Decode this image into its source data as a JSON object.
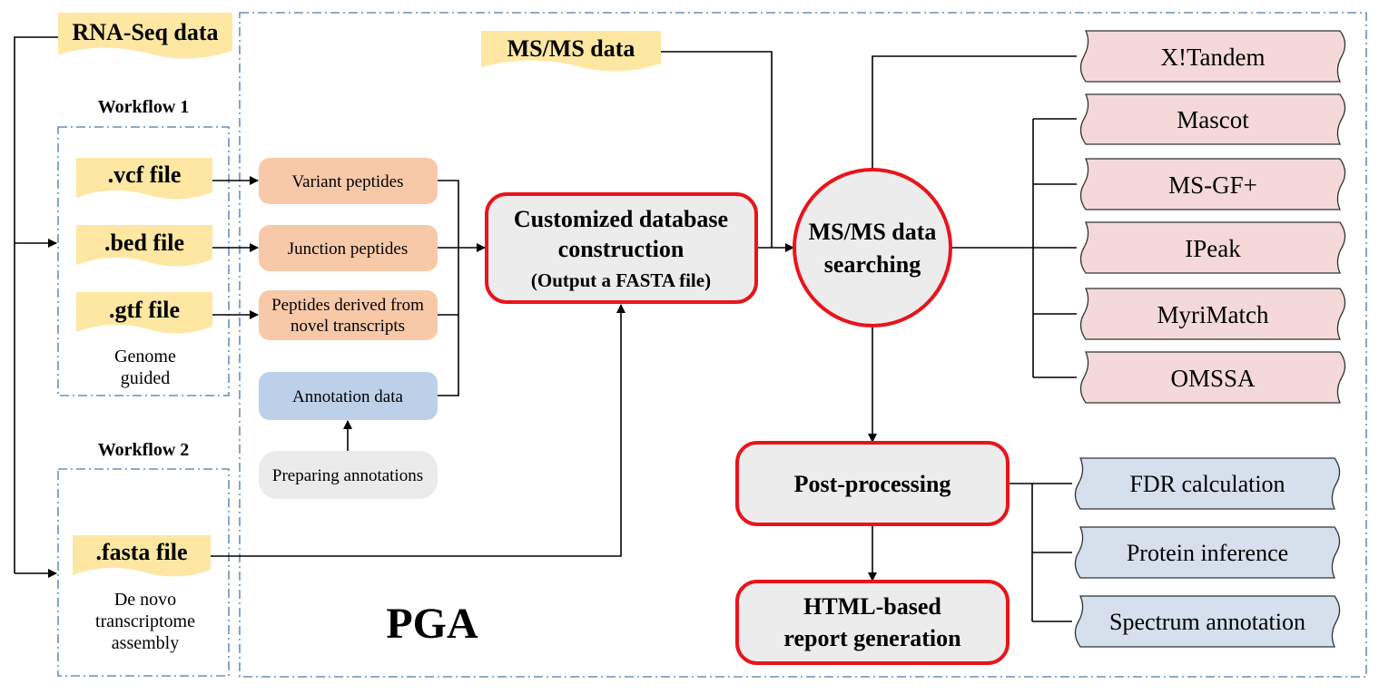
{
  "colors": {
    "tag_fill": "#fde7a3",
    "peptide_fill": "#f8c9a8",
    "annotation_fill": "#bdd0ea",
    "preparing_fill": "#ebebeb",
    "process_fill": "#ececec",
    "process_stroke": "#e8141c",
    "engine_fill": "#f5d9d9",
    "post_fill": "#d5e0ec",
    "border_dash": "#6a8fb5"
  },
  "inputs": {
    "rnaseq": "RNA-Seq data",
    "msms": "MS/MS data"
  },
  "workflow1": {
    "title": "Workflow 1",
    "vcf": ".vcf file",
    "bed": ".bed file",
    "gtf": ".gtf file",
    "caption_line1": "Genome",
    "caption_line2": "guided"
  },
  "workflow2": {
    "title": "Workflow 2",
    "fasta": ".fasta file",
    "caption_line1": "De novo",
    "caption_line2": "transcriptome",
    "caption_line3": "assembly"
  },
  "peptides": {
    "variant": "Variant peptides",
    "junction": "Junction peptides",
    "novel_line1": "Peptides derived from",
    "novel_line2": "novel transcripts",
    "annotation": "Annotation data",
    "preparing": "Preparing annotations"
  },
  "pga": {
    "label": "PGA",
    "db_line1": "Customized database",
    "db_line2": "construction",
    "db_line3": "(Output a FASTA file)",
    "search_line1": "MS/MS data",
    "search_line2": "searching",
    "post": "Post-processing",
    "report_line1": "HTML-based",
    "report_line2": "report generation"
  },
  "engines": [
    "X!Tandem",
    "Mascot",
    "MS-GF+",
    "IPeak",
    "MyriMatch",
    "OMSSA"
  ],
  "postprocessing": [
    "FDR calculation",
    "Protein inference",
    "Spectrum annotation"
  ]
}
